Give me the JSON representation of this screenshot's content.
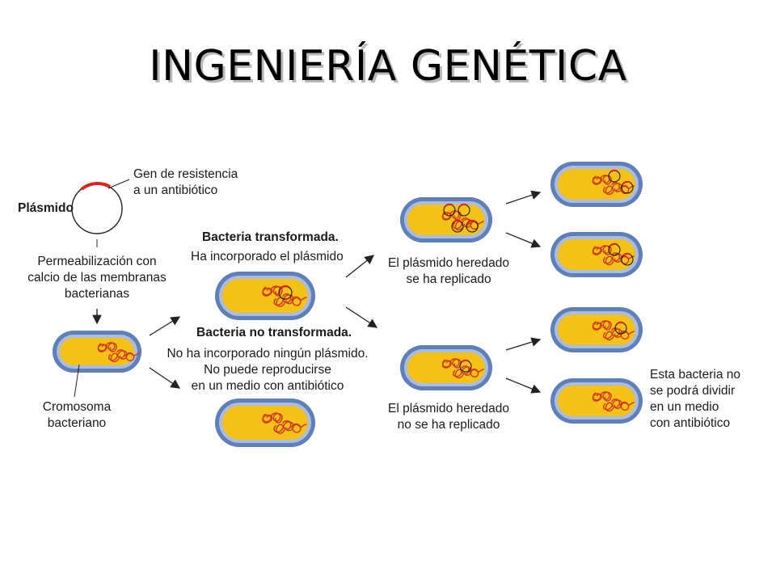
{
  "title": "INGENIERÍA GENÉTICA",
  "labels": {
    "plasmid": "Plásmido",
    "gene_line1": "Gen de resistencia",
    "gene_line2": "a un antibiótico",
    "perm_line1": "Permeabilización con",
    "perm_line2": "calcio de las membranas",
    "perm_line3": "bacterianas",
    "chromosome_line1": "Cromosoma",
    "chromosome_line2": "bacteriano",
    "transformed_title": "Bacteria transformada.",
    "transformed_desc": "Ha incorporado el plásmido",
    "not_transformed_title": "Bacteria no transformada.",
    "not_transformed_line1": "No ha incorporado ningún plásmido.",
    "not_transformed_line2": "No puede reproducirse",
    "not_transformed_line3": "en un medio con antibiótico",
    "replicated_line1": "El plásmido heredado",
    "replicated_line2": "se ha replicado",
    "not_replicated_line1": "El plásmido heredado",
    "not_replicated_line2": "no se ha replicado",
    "cannot_divide_line1": "Esta bacteria no",
    "cannot_divide_line2": "se podrá dividir",
    "cannot_divide_line3": "en un medio",
    "cannot_divide_line4": "con antibiótico"
  },
  "colors": {
    "membrane_outer": "#5f7fb8",
    "membrane_inner": "#aabde0",
    "cytoplasm": "#f4c116",
    "dna": "#d23c1c",
    "resistance_gene": "#e0201a"
  }
}
